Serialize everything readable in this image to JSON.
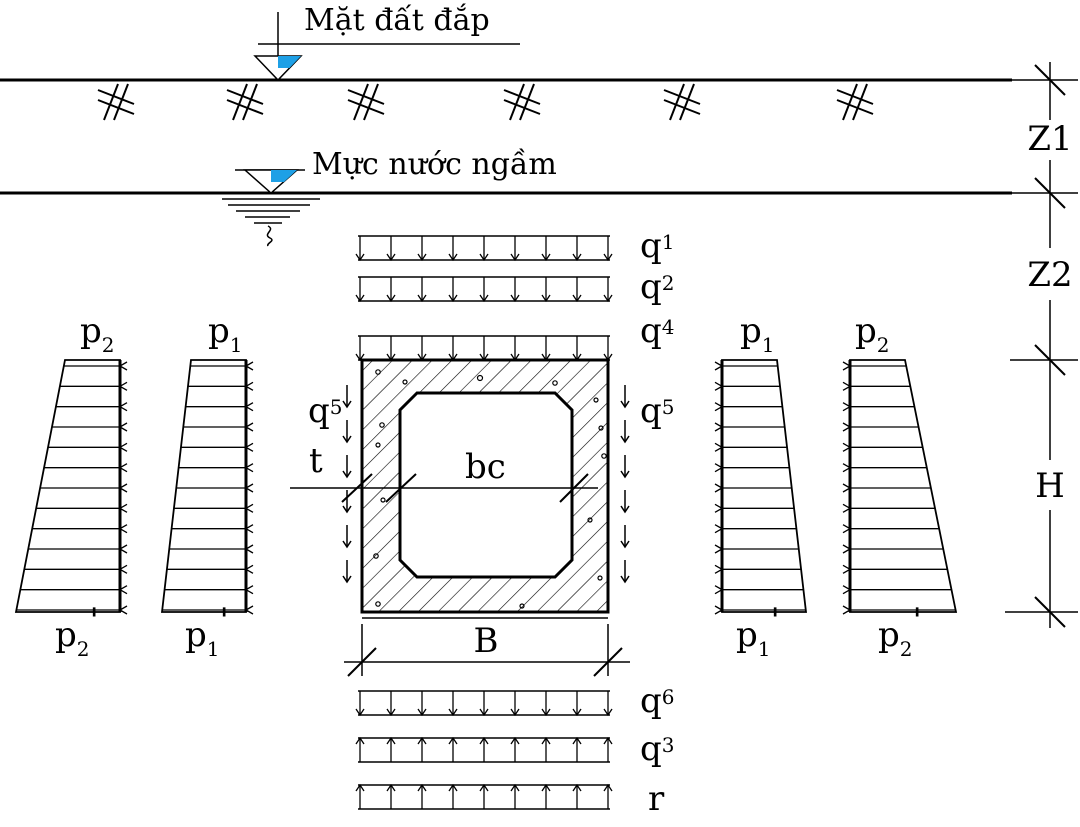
{
  "labels": {
    "ground_fill": "Mặt đất đắp",
    "groundwater": "Mực nước  ngầm",
    "z1": "Z1",
    "z2": "Z2",
    "h": "H",
    "b": "B",
    "bc": "bc",
    "t": "t"
  },
  "loads": {
    "q1": {
      "base": "q",
      "index": "1"
    },
    "q2": {
      "base": "q",
      "index": "2"
    },
    "q4": {
      "base": "q",
      "index": "4"
    },
    "q5_left": {
      "base": "q",
      "index": "5"
    },
    "q5_right": {
      "base": "q",
      "index": "5"
    },
    "q6": {
      "base": "q",
      "index": "6"
    },
    "q3": {
      "base": "q",
      "index": "3"
    },
    "r": "r"
  },
  "pressures": {
    "left_outer_top": {
      "base": "p",
      "index": "2"
    },
    "left_outer_bottom": {
      "base": "p",
      "index": "2",
      "prime": "'"
    },
    "left_inner_top": {
      "base": "p",
      "index": "1"
    },
    "left_inner_bottom": {
      "base": "p",
      "index": "1",
      "prime": "'"
    },
    "right_inner_top": {
      "base": "p",
      "index": "1"
    },
    "right_inner_bottom": {
      "base": "p",
      "index": "1",
      "prime": "'"
    },
    "right_outer_top": {
      "base": "p",
      "index": "2"
    },
    "right_outer_bottom": {
      "base": "p",
      "index": "2",
      "prime": "'"
    }
  },
  "colors": {
    "line": "#000000",
    "water_marker": "#1ea0e6",
    "background": "#ffffff"
  }
}
